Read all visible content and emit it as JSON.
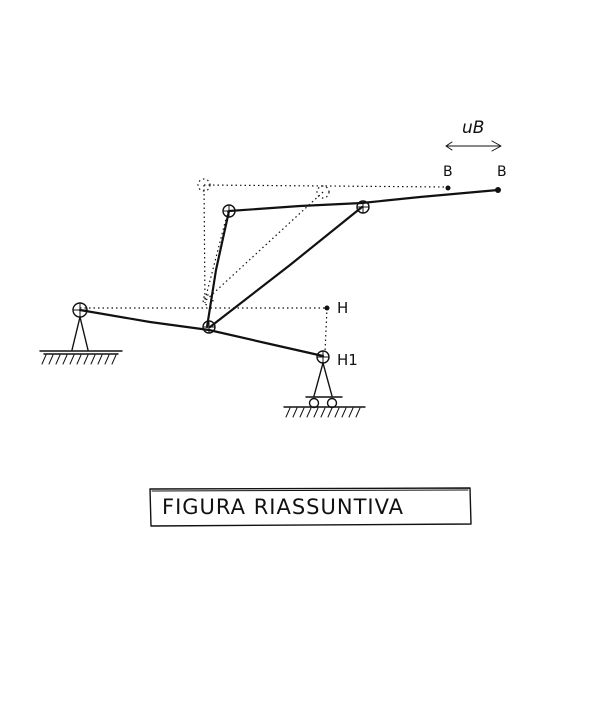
{
  "labels": {
    "displacement": "uB",
    "point_b": "B",
    "point_b_displaced": "B",
    "point_h": "H",
    "point_h1": "H1"
  },
  "title": "FIGURA RIASSUNTIVA",
  "colors": {
    "ink": "#111111",
    "background": "#ffffff"
  }
}
